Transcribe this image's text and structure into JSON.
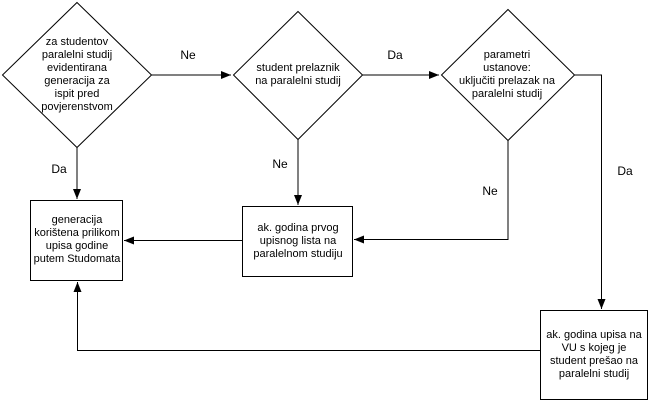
{
  "diagram": {
    "background": "#ffffff",
    "stroke_color": "#000000",
    "node_fill": "#ffffff",
    "text_color": "#000000",
    "nodes": {
      "evidentirana_generacija": {
        "type": "decision",
        "label": "za studentov\nparalelni studij\nevidentirana\ngeneracija za\nispit pred\npovjerenstvom"
      },
      "student_prelaznik": {
        "type": "decision",
        "label": "student prelaznik\nna paralelni studij"
      },
      "parametri_ustanove": {
        "type": "decision",
        "label": "parametri\nustanove:\nuključiti prelazak na\nparalelni studij"
      },
      "generacija_studomat": {
        "type": "process",
        "label": "generacija\nkorištena prilikom\nupisa godine\nputem Studomata"
      },
      "ak_godina_prvog_upisnog": {
        "type": "process",
        "label": "ak. godina prvog\nupisnog lista na\nparalelnom studiju"
      },
      "ak_godina_upisa_vu": {
        "type": "process",
        "label": "ak. godina upisa na\nVU s kojeg je\nstudent prešao na\nparalelni studij"
      }
    },
    "edge_labels": {
      "d1_to_d2": "Ne",
      "d2_to_d3": "Da",
      "d1_to_generacija": "Da",
      "d2_to_ak_godina_prvog": "Ne",
      "d3_to_ak_godina_prvog": "Ne",
      "d3_to_ak_godina_upisa": "Da"
    }
  }
}
